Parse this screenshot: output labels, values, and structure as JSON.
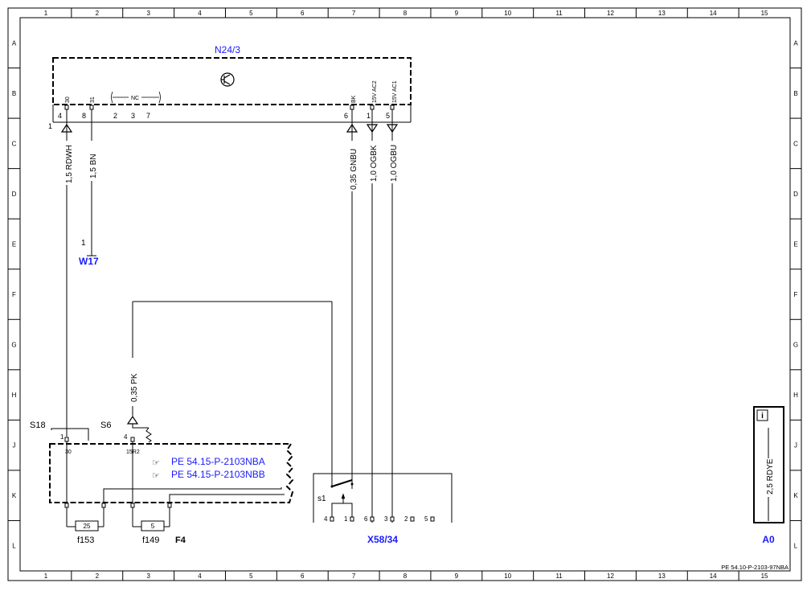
{
  "frame": {
    "columns": [
      "1",
      "2",
      "3",
      "4",
      "5",
      "6",
      "7",
      "8",
      "9",
      "10",
      "11",
      "12",
      "13",
      "14",
      "15"
    ],
    "rows": [
      "A",
      "B",
      "C",
      "D",
      "E",
      "F",
      "G",
      "H",
      "J",
      "K",
      "L"
    ]
  },
  "components": {
    "n24": "N24/3",
    "w17": "W17",
    "w17_pin": "1",
    "s18": "S18",
    "s6": "S6",
    "f4": "F4",
    "x58": "X58/34",
    "a0": "A0",
    "s1": "s1"
  },
  "n24_pins": {
    "group_label": "1",
    "p4": "4",
    "p30": "30",
    "p8": "8",
    "p31": "31",
    "nc": "NC",
    "p2": "2",
    "p3": "3",
    "p7": "7",
    "p6": "6",
    "bk": "BK",
    "p1": "1",
    "ac2": "15V AC2",
    "p5": "5",
    "ac1": "15V AC1"
  },
  "wires": {
    "w1": "1,5 RDWH",
    "w2": "1,5 BN",
    "w3": "0,35 GNBU",
    "w4": "1,0 OGBK",
    "w5": "1,0 OGBU",
    "w6": "0,35 PK",
    "w7": "2,5 RDYE"
  },
  "relay_pins": {
    "s18_pin": "1",
    "s18_term": "30",
    "s6_pin": "4",
    "s6_term": "15R2"
  },
  "references": [
    "PE 54.15-P-2103NBA",
    "PE 54.15-P-2103NBB"
  ],
  "fuses": {
    "f153_value": "25",
    "f153_label": "f153",
    "f149_value": "5",
    "f149_label": "f149"
  },
  "x58_pins": [
    "4",
    "1",
    "6",
    "3",
    "2",
    "5"
  ],
  "doc_ref": "PE 54.10-P-2103-97NBA",
  "colors": {
    "designator": "#1a1aff",
    "line": "#000000"
  },
  "icons": [
    "transistor-icon",
    "pointing-hand-icon",
    "info-icon",
    "ground-arrow-icon",
    "resistor-icon"
  ]
}
